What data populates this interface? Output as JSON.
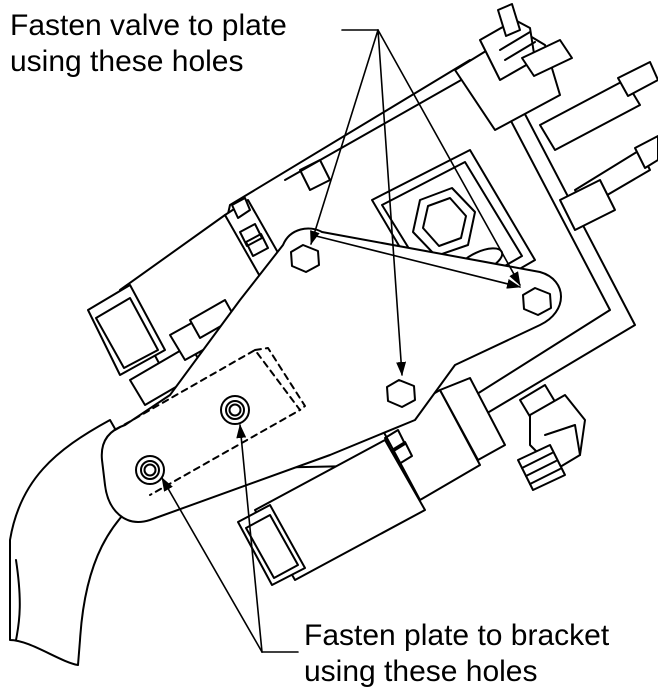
{
  "callouts": {
    "top": {
      "line1": "Fasten valve to plate",
      "line2": "using these holes"
    },
    "bottom": {
      "line1": "Fasten plate to bracket",
      "line2": "using these holes"
    }
  },
  "colors": {
    "ink": "#000000",
    "paper": "#ffffff"
  }
}
